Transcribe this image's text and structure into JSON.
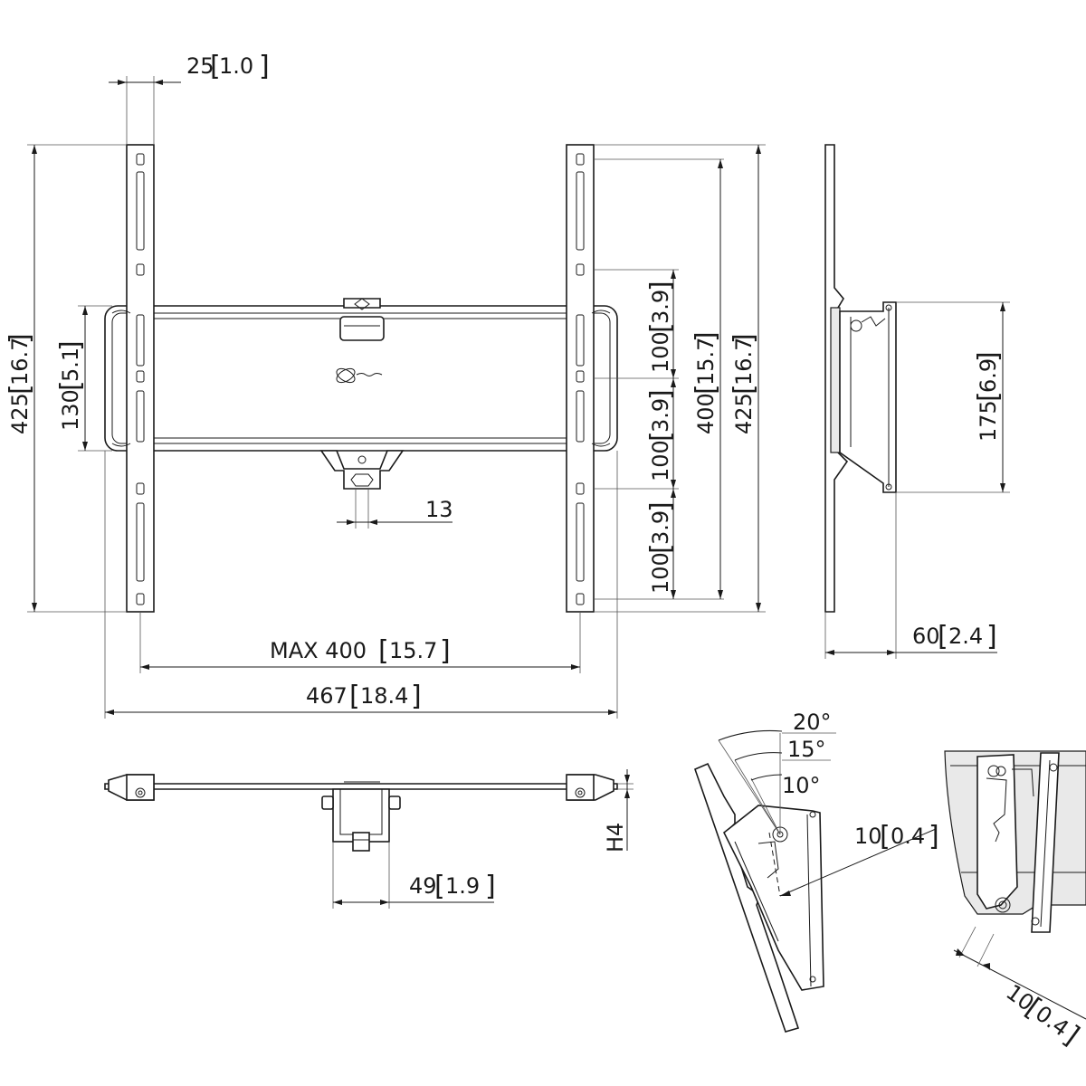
{
  "dimensions": {
    "clip_width": "25",
    "clip_width_in": "1.0",
    "rail_height_left": "425",
    "rail_height_left_in": "16.7",
    "plate_height": "130",
    "plate_height_in": "5.1",
    "slot_spacing_top": "100",
    "slot_spacing_top_in": "3.9",
    "slot_spacing_mid": "100",
    "slot_spacing_mid_in": "3.9",
    "slot_spacing_bottom": "100",
    "slot_spacing_bottom_in": "3.9",
    "rail_span": "400",
    "rail_span_in": "15.7",
    "rail_height_right": "425",
    "rail_height_right_in": "16.7",
    "bolt_size": "13",
    "max_span": "MAX 400",
    "max_span_in": "15.7",
    "total_width": "467",
    "total_width_in": "18.4",
    "bracket_height": "175",
    "bracket_height_in": "6.9",
    "wall_distance": "60",
    "wall_distance_in": "2.4",
    "h_label": "H4",
    "lock_width": "49",
    "lock_width_in": "1.9",
    "tilt_max": "20°",
    "tilt_mid": "15°",
    "tilt_min": "10°",
    "tilt_offset": "10",
    "tilt_offset_in": "0.4",
    "detail_offset": "10",
    "detail_offset_in": "0.4"
  }
}
